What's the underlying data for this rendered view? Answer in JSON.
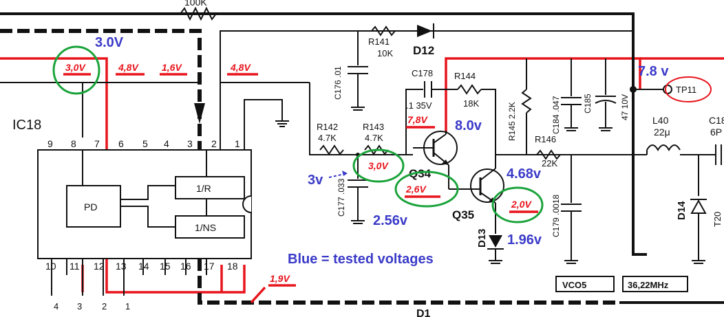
{
  "labels": {
    "r_top": "100K",
    "ic_name": "IC18",
    "pins_top": [
      "9",
      "8",
      "7",
      "6",
      "5",
      "4",
      "3",
      "2",
      "1"
    ],
    "pins_bottom": [
      "10",
      "11",
      "12",
      "13",
      "14",
      "15",
      "16",
      "17",
      "18"
    ],
    "block_pd": "PD",
    "block_1r": "1/R",
    "block_1ns": "1/NS",
    "r141": "R141",
    "r141_val": "10K",
    "d12": "D12",
    "c176": "C176 .01",
    "c178": "C178",
    "c178_val": ".1  35V",
    "r144": "R144",
    "r144_val": "18K",
    "r145": "R145 2.2K",
    "c184": "C184 .047",
    "c185": "C185",
    "c185_val": "47  10V",
    "r142": "R142",
    "r142_val": "4.7K",
    "r143": "R143",
    "r143_val": "4.7K",
    "r146": "R146",
    "r146_val": "22K",
    "c177": "C177 .033",
    "q34": "Q34",
    "q35": "Q35",
    "d13": "D13",
    "c179": "C179 .0018",
    "l40": "L40",
    "l40_val": "22μ",
    "d14": "D14",
    "tp": "TP11",
    "c18x": "C18",
    "c18x_val": "6P",
    "t20": "T20",
    "vco_box": "VCO5",
    "freq_box": "36,22MHz",
    "d1": "D1",
    "p_labels": [
      "4",
      "3",
      "2",
      "1"
    ]
  },
  "red_voltages": {
    "pin8": "3,0V",
    "pin7": "4,8V",
    "pin3": "1,6V",
    "pin2": "4,8V",
    "q34_base": "3,0V",
    "q34_col": "7,8V",
    "q35_base": "2,6V",
    "q35_emit": "2,0V",
    "bottom": "1,9V"
  },
  "tested": {
    "pin8": "3.0V",
    "q34_base": "3v",
    "c177": "2.56v",
    "q34_col": "8.0v",
    "q35_col": "4.68v",
    "d13": "1.96v",
    "tp": "7.8  v",
    "legend": "Blue  = tested voltages"
  },
  "colors": {
    "ink": "#111111",
    "red": "#e8141c",
    "blue": "#3a3ac8",
    "green": "#1aa33a"
  }
}
